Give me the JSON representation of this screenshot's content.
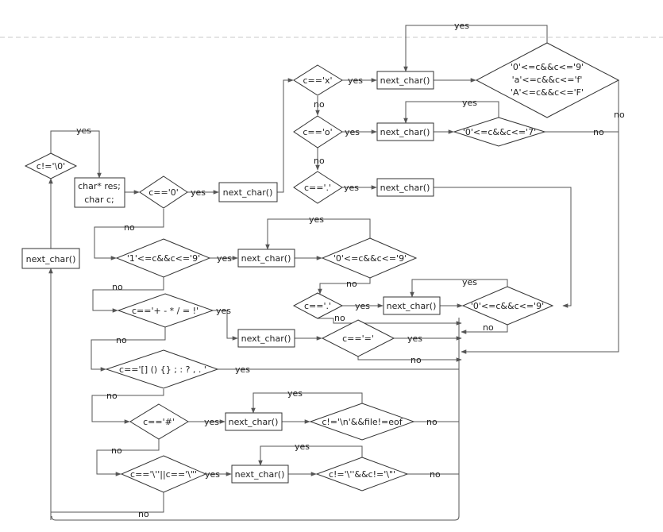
{
  "nodes": {
    "init_line1": "char* res;",
    "init_line2": "char c;",
    "cond_not_end": "c!='\\0'",
    "cond_zero": "c=='0'",
    "next_char_1": "next_char()",
    "cond_x": "c=='x'",
    "next_char_x": "next_char()",
    "cond_hex_line1": "'0'<=c&&c<='9'",
    "cond_hex_line2": "'a'<=c&&c<='f'",
    "cond_hex_line3": "'A'<=c&&c<='F'",
    "cond_o": "c=='o'",
    "next_char_o": "next_char()",
    "cond_oct": "'0'<=c&&c<='7'",
    "cond_dot1": "c=='.'",
    "next_char_dot1": "next_char()",
    "cond_digit19": "'1'<=c&&c<='9'",
    "next_char_dig": "next_char()",
    "cond_digit09_a": "'0'<=c&&c<='9'",
    "cond_dot2": "c=='.'",
    "next_char_dot2": "next_char()",
    "cond_digit09_b": "'0'<=c&&c<='9'",
    "cond_ops": "c=='+ - * / = !'",
    "next_char_ops": "next_char()",
    "cond_eq": "c=='='",
    "cond_brackets": "c=='[] () {} ; : ? , . '",
    "cond_hash": "c=='#'",
    "next_char_hash": "next_char()",
    "cond_not_nl": "c!='\\n'&&file!=eof",
    "cond_quote": "c=='\\''||c=='\\\"'",
    "next_char_quote": "next_char()",
    "cond_not_quote": "c!='\\''&&c!='\\\"'",
    "next_char_loop": "next_char()"
  },
  "edge_labels": {
    "yes": "yes",
    "no": "no"
  }
}
